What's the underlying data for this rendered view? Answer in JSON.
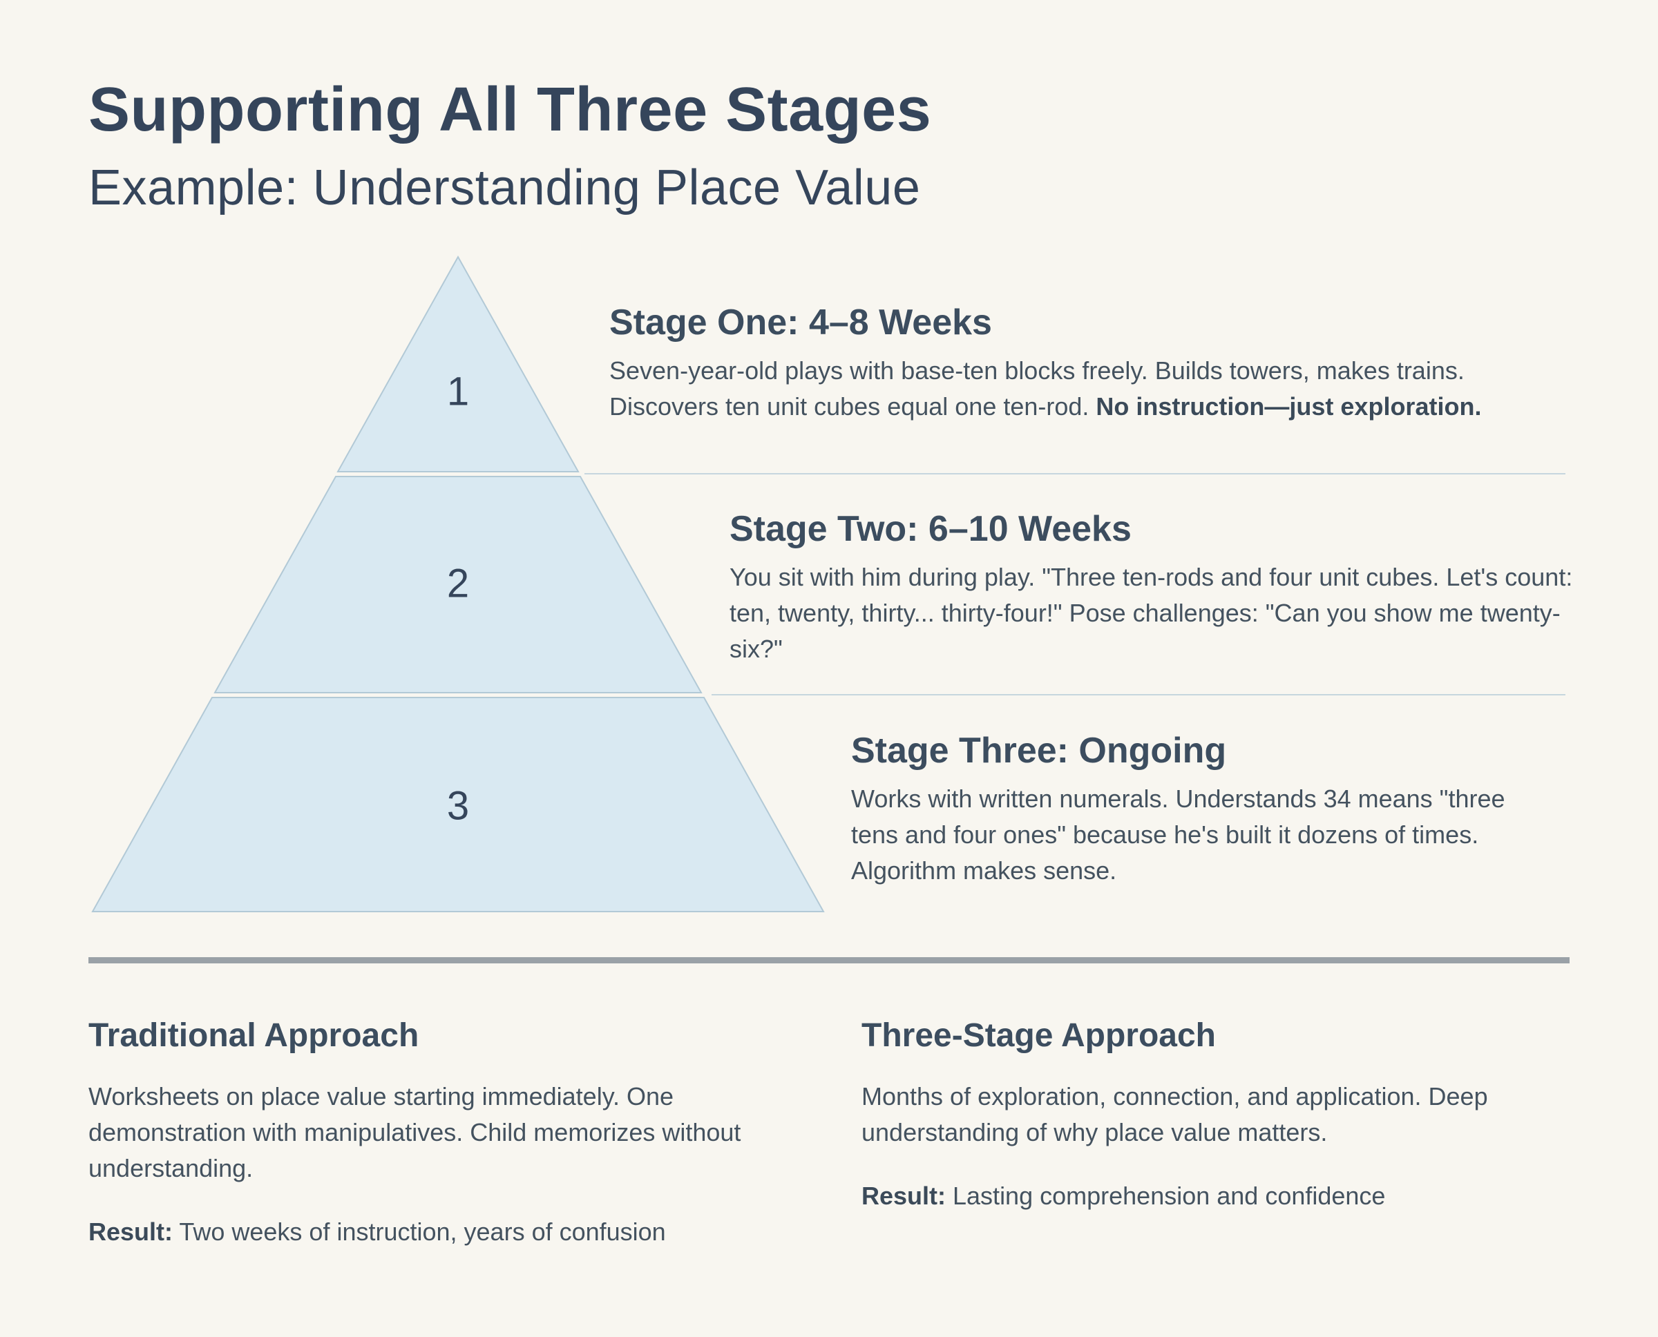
{
  "header": {
    "title": "Supporting All Three Stages",
    "subtitle": "Example: Understanding Place Value"
  },
  "pyramid": {
    "levels": [
      "1",
      "2",
      "3"
    ]
  },
  "stages": [
    {
      "heading": "Stage One: 4–8 Weeks",
      "body": "Seven-year-old plays with base-ten blocks freely. Builds towers, makes trains. Discovers ten unit cubes equal one ten-rod. ",
      "body_bold": "No instruction—just exploration."
    },
    {
      "heading": "Stage Two: 6–10 Weeks",
      "body": "You sit with him during play. \"Three ten-rods and four unit cubes. Let's count: ten, twenty, thirty... thirty-four!\" Pose challenges: \"Can you show me twenty-six?\"",
      "body_bold": ""
    },
    {
      "heading": "Stage Three: Ongoing",
      "body": "Works with written numerals. Understands 34 means \"three tens and four ones\" because he's built it dozens of times. Algorithm makes sense.",
      "body_bold": ""
    }
  ],
  "comparison": {
    "left": {
      "heading": "Traditional Approach",
      "body": "Worksheets on place value starting immediately. One demonstration with manipulatives. Child memorizes without understanding.",
      "result_label": "Result:",
      "result_text": " Two weeks of instruction, years of confusion"
    },
    "right": {
      "heading": "Three-Stage Approach",
      "body": "Months of exploration, connection, and application. Deep understanding of why place value matters.",
      "result_label": "Result:",
      "result_text": " Lasting comprehension and confidence"
    }
  },
  "colors": {
    "bg": "#f8f6f0",
    "ink-strong": "#35455b",
    "ink-heading": "#3c4d5f",
    "ink-body": "#44525f",
    "pyramid-fill": "#d9e9f2",
    "pyramid-stroke": "#b2c9d6",
    "line": "#c6d6de",
    "divider": "#9aa1a7"
  }
}
